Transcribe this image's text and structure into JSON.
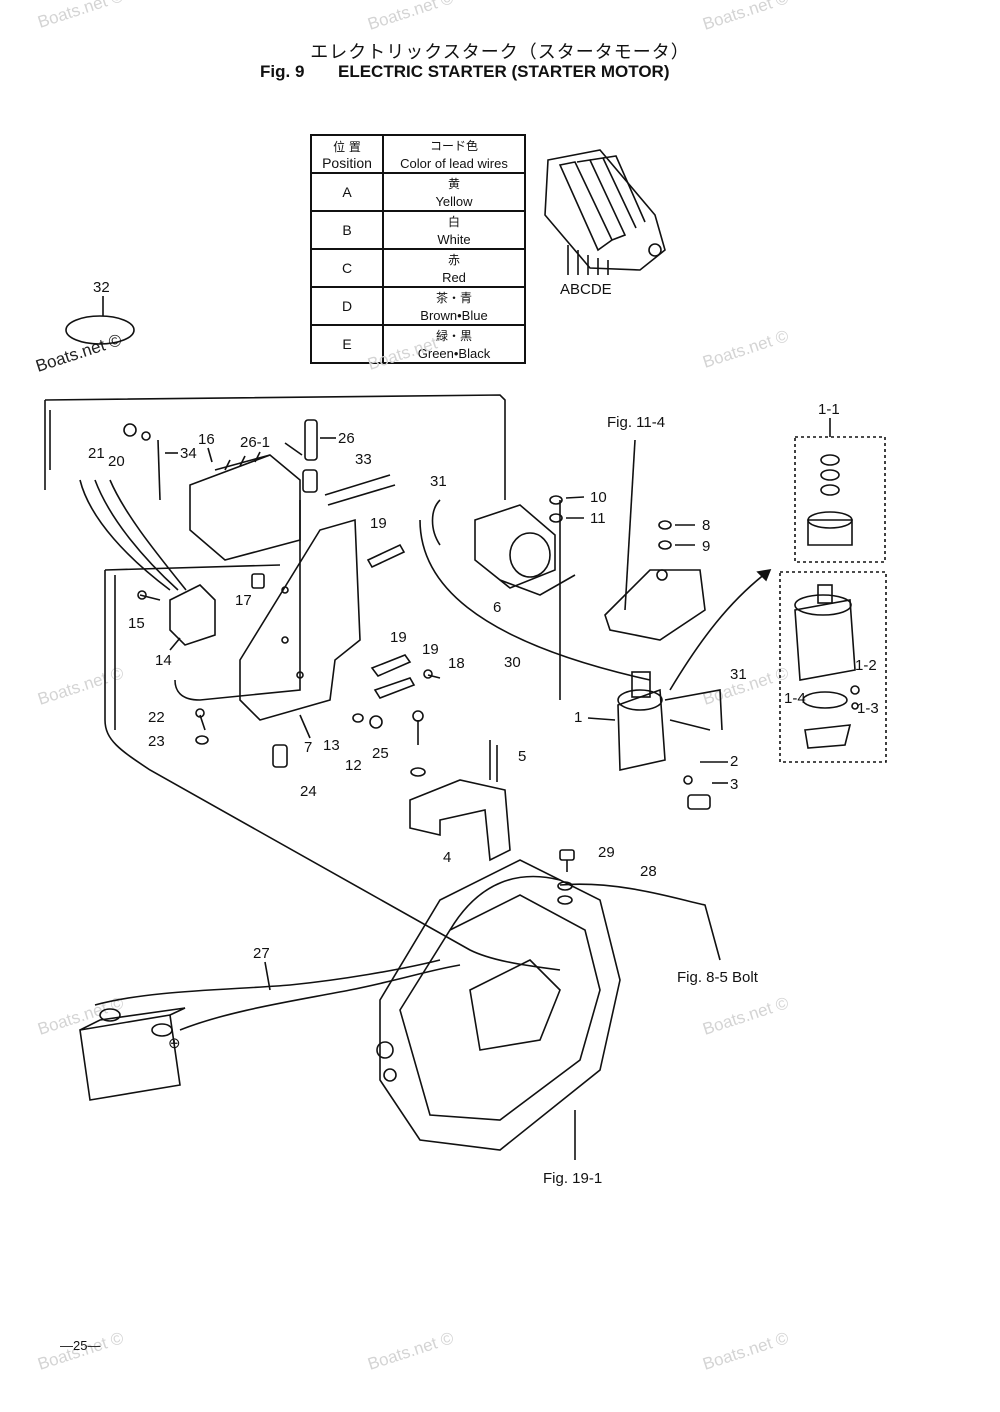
{
  "header": {
    "title_jp": "エレクトリックスターク（スタータモータ）",
    "fig_label": "Fig. 9",
    "title_en": "ELECTRIC STARTER (STARTER MOTOR)"
  },
  "wire_table": {
    "header_position_jp": "位 置",
    "header_position_en": "Position",
    "header_color_jp": "コード色",
    "header_color_en": "Color of lead wires",
    "rows": [
      {
        "pos": "A",
        "jp": "黄",
        "en": "Yellow"
      },
      {
        "pos": "B",
        "jp": "白",
        "en": "White"
      },
      {
        "pos": "C",
        "jp": "赤",
        "en": "Red"
      },
      {
        "pos": "D",
        "jp": "茶・青",
        "en": "Brown•Blue"
      },
      {
        "pos": "E",
        "jp": "緑・黒",
        "en": "Green•Black"
      }
    ]
  },
  "connector_label": "ABCDE",
  "part_numbers": [
    "1",
    "1-1",
    "1-2",
    "1-3",
    "1-4",
    "2",
    "3",
    "4",
    "5",
    "6",
    "7",
    "8",
    "9",
    "10",
    "11",
    "12",
    "13",
    "14",
    "15",
    "16",
    "17",
    "18",
    "19",
    "19",
    "19",
    "20",
    "21",
    "22",
    "23",
    "24",
    "25",
    "26",
    "26-1",
    "27",
    "28",
    "29",
    "30",
    "31",
    "31",
    "32",
    "33",
    "34"
  ],
  "references": {
    "fig_11_4": "Fig. 11-4",
    "fig_8_5": "Fig. 8-5 Bolt",
    "fig_19_1": "Fig. 19-1"
  },
  "watermark": "Boats.net ©",
  "watermark_top": "Boats.net",
  "page_number": "—25—",
  "colors": {
    "line": "#111111",
    "watermark": "#d4d4d4"
  }
}
